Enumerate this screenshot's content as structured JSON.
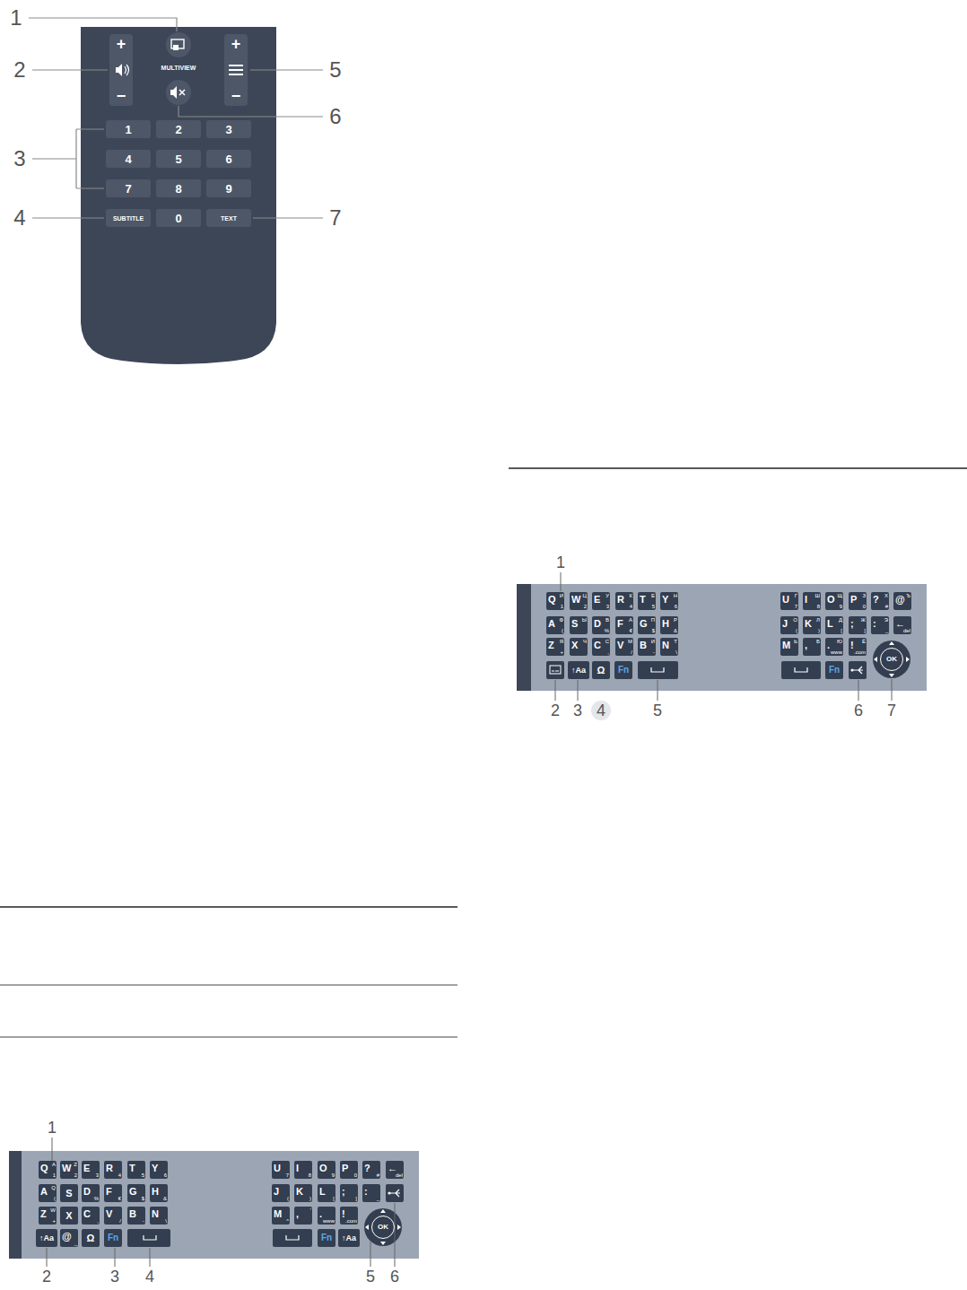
{
  "diagram": {
    "nodes": [
      {
        "text": [
          "+",
          "−"
        ]
      },
      {
        "text": [
          "+",
          "−"
        ]
      },
      {
        "text": [
          "1"
        ]
      },
      {
        "text": [
          "2"
        ]
      },
      {
        "text": [
          "3"
        ]
      },
      {
        "text": [
          "4"
        ]
      },
      {
        "text": [
          "5"
        ]
      },
      {
        "text": [
          "6"
        ]
      },
      {
        "text": [
          "7"
        ]
      },
      {
        "text": [
          "8"
        ]
      },
      {
        "text": [
          "9"
        ]
      },
      {
        "text": [
          "SUBTITLE"
        ]
      },
      {
        "text": [
          "0"
        ]
      },
      {
        "text": [
          "TEXT"
        ]
      },
      {
        "text": [
          "Q",
          "A",
          "1"
        ]
      },
      {
        "text": [
          "W",
          "Z",
          "2"
        ]
      },
      {
        "text": [
          "E",
          "3"
        ]
      },
      {
        "text": [
          "R",
          "4"
        ]
      },
      {
        "text": [
          "T",
          "5"
        ]
      },
      {
        "text": [
          "Y",
          "6"
        ]
      },
      {
        "text": [
          "A",
          "Q",
          "("
        ]
      },
      {
        "text": [
          "S"
        ]
      },
      {
        "text": [
          "D",
          "%"
        ]
      },
      {
        "text": [
          "F",
          "€"
        ]
      },
      {
        "text": [
          "G",
          "$"
        ]
      },
      {
        "text": [
          "H",
          "&"
        ]
      },
      {
        "text": [
          "Z",
          "W",
          "+"
        ]
      },
      {
        "text": [
          "X"
        ]
      },
      {
        "text": [
          "C",
          ","
        ]
      },
      {
        "text": [
          "V",
          "/"
        ]
      },
      {
        "text": [
          "B",
          "-"
        ]
      },
      {
        "text": [
          "N",
          "\\"
        ]
      },
      {
        "text": [
          "↑Aa"
        ]
      },
      {
        "text": [
          "@",
          "_"
        ]
      },
      {
        "text": [
          "Ω"
        ]
      },
      {
        "text": [
          "Fn"
        ]
      },
      {
        "text": [
          "U",
          "7"
        ]
      },
      {
        "text": [
          "I",
          "8"
        ]
      },
      {
        "text": [
          "O",
          "9"
        ]
      },
      {
        "text": [
          "P",
          "0"
        ]
      },
      {
        "text": [
          "?",
          "#"
        ]
      },
      {
        "text": [
          "←",
          "del"
        ]
      },
      {
        "text": [
          "J",
          "("
        ]
      },
      {
        "text": [
          "K",
          ")"
        ]
      },
      {
        "text": [
          "L",
          "["
        ]
      },
      {
        "text": [
          ";",
          "]"
        ]
      },
      {
        "text": [
          ":",
          "_"
        ]
      },
      {
        "text": [
          "M",
          "^"
        ]
      },
      {
        "text": [
          ",",
          "'"
        ]
      },
      {
        "text": [
          ".",
          "www"
        ]
      },
      {
        "text": [
          "!",
          ".com"
        ]
      },
      {
        "text": [
          "Fn"
        ]
      },
      {
        "text": [
          "↑Aa"
        ]
      },
      {
        "text": [
          "OK"
        ]
      },
      {
        "text": [
          "Q",
          "И",
          "1"
        ]
      },
      {
        "text": [
          "W",
          "Ц",
          "2"
        ]
      },
      {
        "text": [
          "E",
          "У",
          "3"
        ]
      },
      {
        "text": [
          "R",
          "К",
          "4"
        ]
      },
      {
        "text": [
          "T",
          "Е",
          "5"
        ]
      },
      {
        "text": [
          "Y",
          "Н",
          "6"
        ]
      },
      {
        "text": [
          "A",
          "Ф",
          "("
        ]
      },
      {
        "text": [
          "S",
          "Ы"
        ]
      },
      {
        "text": [
          "D",
          "В",
          "%"
        ]
      },
      {
        "text": [
          "F",
          "А",
          "€"
        ]
      },
      {
        "text": [
          "G",
          "П",
          "$"
        ]
      },
      {
        "text": [
          "H",
          "Р",
          "&"
        ]
      },
      {
        "text": [
          "Z",
          "Я",
          "+"
        ]
      },
      {
        "text": [
          "X",
          "Ч"
        ]
      },
      {
        "text": [
          "C",
          "С",
          ","
        ]
      },
      {
        "text": [
          "V",
          "М",
          "/"
        ]
      },
      {
        "text": [
          "B",
          "И",
          "-"
        ]
      },
      {
        "text": [
          "N",
          "Т",
          "\\"
        ]
      },
      {
        "text": [
          "↑Aa"
        ]
      },
      {
        "text": [
          "Ω"
        ]
      },
      {
        "text": [
          "Fn"
        ]
      },
      {
        "text": [
          "U",
          "Г",
          "7"
        ]
      },
      {
        "text": [
          "I",
          "Ш",
          "8"
        ]
      },
      {
        "text": [
          "O",
          "Щ",
          "9"
        ]
      },
      {
        "text": [
          "P",
          "З",
          "0"
        ]
      },
      {
        "text": [
          "?",
          "Х",
          "#"
        ]
      },
      {
        "text": [
          "@",
          "Ъ"
        ]
      },
      {
        "text": [
          "J",
          "О",
          "("
        ]
      },
      {
        "text": [
          "K",
          "Л",
          ")"
        ]
      },
      {
        "text": [
          "L",
          "Д",
          "["
        ]
      },
      {
        "text": [
          ";",
          "Ж",
          "]"
        ]
      },
      {
        "text": [
          ":",
          "Э",
          "_"
        ]
      },
      {
        "text": [
          "←",
          "del"
        ]
      },
      {
        "text": [
          "M",
          "Ь"
        ]
      },
      {
        "text": [
          ",",
          "Б"
        ]
      },
      {
        "text": [
          ".",
          "Ю",
          "www"
        ]
      },
      {
        "text": [
          "!",
          "Ё",
          ".com"
        ]
      },
      {
        "text": [
          "Fn"
        ]
      },
      {
        "text": [
          "OK"
        ]
      }
    ],
    "labels": [
      "MULTIVIEW",
      "1",
      "2",
      "3",
      "4",
      "5",
      "6",
      "7",
      "1",
      "2",
      "3",
      "4",
      "5",
      "6",
      "1",
      "2",
      "3",
      "4",
      "5",
      "6",
      "7"
    ]
  }
}
